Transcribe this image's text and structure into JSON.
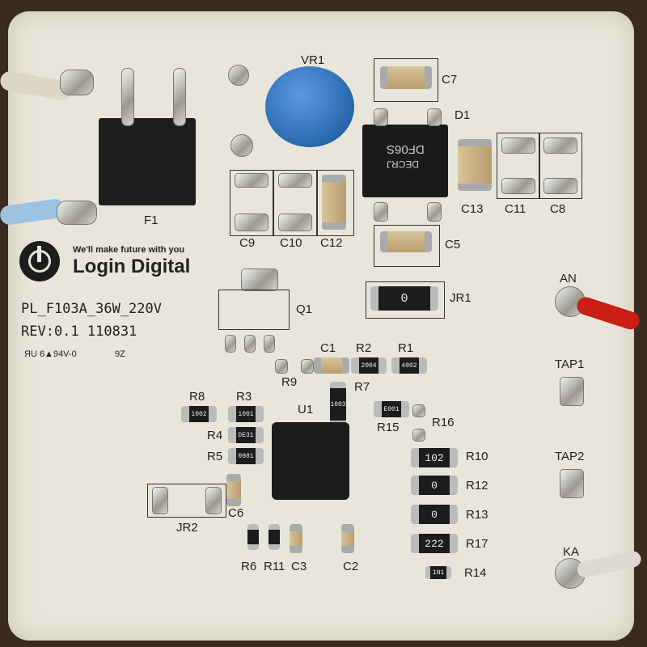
{
  "brand": {
    "tagline": "We'll make future with you",
    "name": "Login Digital"
  },
  "board_info": {
    "model": "PL_F103A_36W_220V",
    "revision": "REV:0.1 110831",
    "cert": "ЯU 6▲94V-0",
    "code": "9Z"
  },
  "labels": {
    "VR1": "VR1",
    "C7": "C7",
    "D1": "D1",
    "F1": "F1",
    "C9": "C9",
    "C10": "C10",
    "C12": "C12",
    "C13": "C13",
    "C11": "C11",
    "C8": "C8",
    "C5": "C5",
    "JR1": "JR1",
    "Q1": "Q1",
    "R9": "R9",
    "C1": "C1",
    "R2": "R2",
    "R1": "R1",
    "R7": "R7",
    "R8": "R8",
    "R3": "R3",
    "U1": "U1",
    "R15": "R15",
    "R16": "R16",
    "R4": "R4",
    "R5": "R5",
    "R10": "R10",
    "R12": "R12",
    "R13": "R13",
    "R17": "R17",
    "R14": "R14",
    "C6": "C6",
    "JR2": "JR2",
    "R6": "R6",
    "R11": "R11",
    "C3": "C3",
    "C2": "C2",
    "AN": "AN",
    "TAP1": "TAP1",
    "TAP2": "TAP2",
    "KA": "KA"
  },
  "markings": {
    "D1_part": "DF06S",
    "D1_mfr": "DECRJ",
    "JR1": "0",
    "R8": "1002",
    "R3": "1001",
    "R4": "DE31",
    "R5": "0981",
    "R2": "2004",
    "R1": "4002",
    "R7": "1003",
    "R15": "E001",
    "R10": "102",
    "R12": "0",
    "R13": "0",
    "R17": "222",
    "R14": "1N1"
  },
  "colors": {
    "board": "#e8e5da",
    "varistor": "#2f6fb5",
    "wire_red": "#c81e14"
  }
}
